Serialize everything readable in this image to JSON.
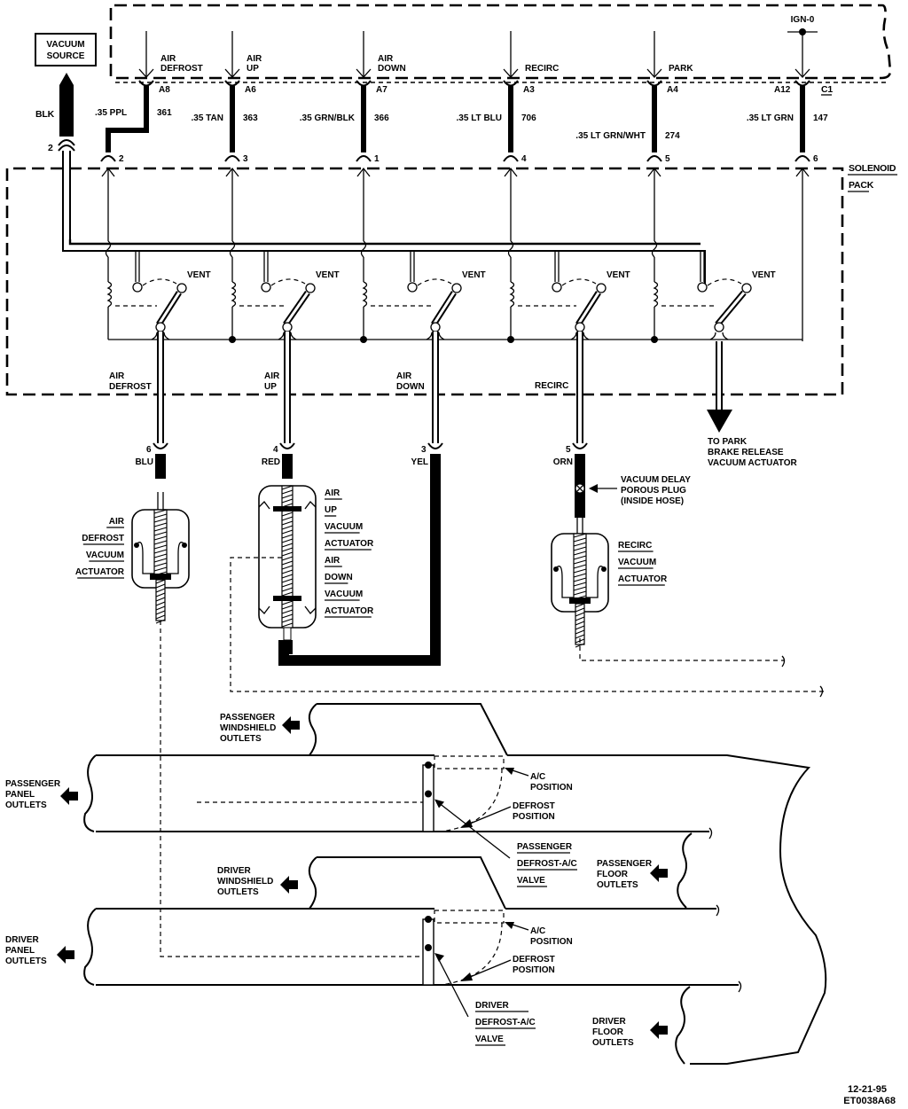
{
  "diagram": {
    "title": "Solenoid pack vacuum circuit",
    "vacuum_source": [
      "VACUUM",
      "SOURCE"
    ],
    "vacuum_source_hose": {
      "color": "BLK",
      "cavity": "2"
    },
    "ign_label": "IGN-0",
    "connector_id": "C1",
    "solenoid_pack_label": [
      "SOLENOID",
      "PACK"
    ],
    "circuits": [
      {
        "id": "air-defrost",
        "signal": [
          "AIR",
          "DEFROST"
        ],
        "pin": "A8",
        "wire": ".35 PPL",
        "circuit": "361",
        "cavity": "2"
      },
      {
        "id": "air-up",
        "signal": [
          "AIR",
          "UP"
        ],
        "pin": "A6",
        "wire": ".35 TAN",
        "circuit": "363",
        "cavity": "3"
      },
      {
        "id": "air-down",
        "signal": [
          "AIR",
          "DOWN"
        ],
        "pin": "A7",
        "wire": ".35 GRN/BLK",
        "circuit": "366",
        "cavity": "1"
      },
      {
        "id": "recirc",
        "signal": [
          "RECIRC"
        ],
        "pin": "A3",
        "wire": ".35 LT BLU",
        "circuit": "706",
        "cavity": "4"
      },
      {
        "id": "park",
        "signal": [
          "PARK"
        ],
        "pin": "A4",
        "wire": ".35 LT GRN/WHT",
        "circuit": "274",
        "cavity": "5"
      },
      {
        "id": "ign",
        "signal": [],
        "pin": "A12",
        "wire": ".35 LT GRN",
        "circuit": "147",
        "cavity": "6"
      }
    ],
    "vent_label": "VENT",
    "valve_outputs": [
      {
        "id": "air-defrost",
        "label": [
          "AIR",
          "DEFROST"
        ],
        "cavity": "6",
        "hose_color": "BLU"
      },
      {
        "id": "air-up",
        "label": [
          "AIR",
          "UP"
        ],
        "cavity": "4",
        "hose_color": "RED"
      },
      {
        "id": "air-down",
        "label": [
          "AIR",
          "DOWN"
        ],
        "cavity": "3",
        "hose_color": "YEL"
      },
      {
        "id": "recirc",
        "label": [
          "RECIRC"
        ],
        "cavity": "5",
        "hose_color": "ORN"
      }
    ],
    "park_brake_label": [
      "TO PARK",
      "BRAKE RELEASE",
      "VACUUM ACTUATOR"
    ],
    "actuators": {
      "air_defrost": [
        "AIR",
        "DEFROST",
        "VACUUM",
        "ACTUATOR"
      ],
      "air_up": [
        "AIR",
        "UP",
        "VACUUM",
        "ACTUATOR"
      ],
      "air_down": [
        "AIR",
        "DOWN",
        "VACUUM",
        "ACTUATOR"
      ],
      "recirc": [
        "RECIRC",
        "VACUUM",
        "ACTUATOR"
      ]
    },
    "porous_plug_label": [
      "VACUUM DELAY",
      "POROUS PLUG",
      "(INSIDE HOSE)"
    ],
    "outlets": {
      "passenger_windshield": [
        "PASSENGER",
        "WINDSHIELD",
        "OUTLETS"
      ],
      "passenger_panel": [
        "PASSENGER",
        "PANEL",
        "OUTLETS"
      ],
      "passenger_floor": [
        "PASSENGER",
        "FLOOR",
        "OUTLETS"
      ],
      "driver_windshield": [
        "DRIVER",
        "WINDSHIELD",
        "OUTLETS"
      ],
      "driver_panel": [
        "DRIVER",
        "PANEL",
        "OUTLETS"
      ],
      "driver_floor": [
        "DRIVER",
        "FLOOR",
        "OUTLETS"
      ]
    },
    "valve_positions": {
      "ac": [
        "A/C",
        "POSITION"
      ],
      "defrost": [
        "DEFROST",
        "POSITION"
      ]
    },
    "passenger_valve": [
      "PASSENGER",
      "DEFROST-A/C",
      "VALVE"
    ],
    "driver_valve": [
      "DRIVER",
      "DEFROST-A/C",
      "VALVE"
    ],
    "footer": {
      "date": "12-21-95",
      "code": "ET0038A68"
    }
  }
}
